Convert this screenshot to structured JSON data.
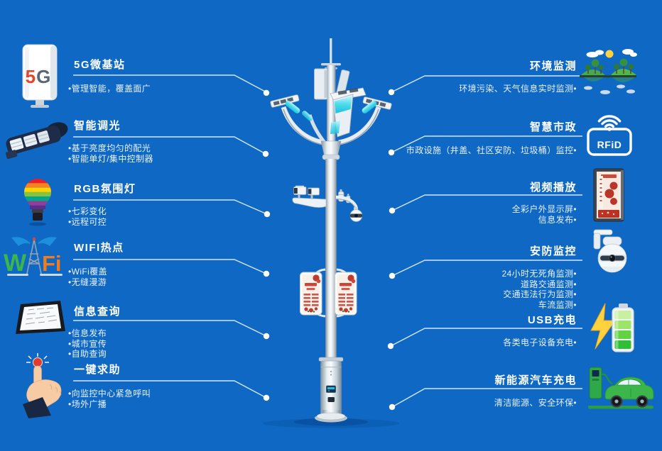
{
  "colors": {
    "background": "#0e68c4",
    "accent_cyan": "#3fd6e8",
    "line_white": "#ddecf9",
    "title_white": "#ffffff"
  },
  "features_left": [
    {
      "title": "5G微基站",
      "icon": "5g-cabinet-icon",
      "bullets": [
        "•管理智能，覆盖面广"
      ]
    },
    {
      "title": "智能调光",
      "icon": "street-lamp-icon",
      "bullets": [
        "•基于亮度均匀的配光",
        "•智能单灯/集中控制器"
      ]
    },
    {
      "title": "RGB氛围灯",
      "icon": "rgb-bulb-icon",
      "bullets": [
        "•七彩变化",
        "•远程可控"
      ]
    },
    {
      "title": "WIFI热点",
      "icon": "wifi-icon",
      "bullets": [
        "•WiFi覆盖",
        "•无缝漫游"
      ]
    },
    {
      "title": "信息查询",
      "icon": "info-tablet-icon",
      "bullets": [
        "•信息发布",
        "•城市宣传",
        "•自助查询"
      ]
    },
    {
      "title": "一键求助",
      "icon": "sos-hand-icon",
      "bullets": [
        "•向监控中心紧急呼叫",
        "•场外广播"
      ]
    }
  ],
  "features_right": [
    {
      "title": "环境监测",
      "icon": "environment-icon",
      "bullets": [
        "环境污染、天气信息实时监测•"
      ]
    },
    {
      "title": "智慧市政",
      "icon": "rfid-icon",
      "bullets": [
        "市政设施（井盖、社区安防、垃圾桶）监控•"
      ]
    },
    {
      "title": "视频播放",
      "icon": "video-display-icon",
      "bullets": [
        "全彩户外显示屏•",
        "信息发布•"
      ]
    },
    {
      "title": "安防监控",
      "icon": "dome-camera-icon",
      "bullets": [
        "24小时无死角监测•",
        "道路交通监测•",
        "交通违法行为监测•",
        "车流监测•"
      ]
    },
    {
      "title": "USB充电",
      "icon": "battery-icon",
      "bullets": [
        "各类电子设备充电•"
      ]
    },
    {
      "title": "新能源汽车充电",
      "icon": "ev-charging-icon",
      "bullets": [
        "清洁能源、安全环保•"
      ]
    }
  ],
  "icons": {
    "five_g_5": "5",
    "five_g_g": "G",
    "wifi_w": "W",
    "wifi_fi": "Fi",
    "rfid": "RFiD"
  }
}
